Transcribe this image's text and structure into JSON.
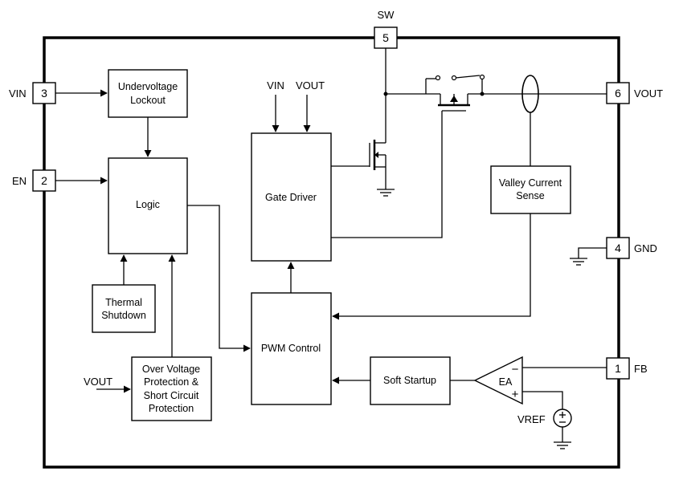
{
  "pins": {
    "sw": {
      "number": "5",
      "name": "SW"
    },
    "vin": {
      "number": "3",
      "name": "VIN"
    },
    "en": {
      "number": "2",
      "name": "EN"
    },
    "vout": {
      "number": "6",
      "name": "VOUT"
    },
    "gnd": {
      "number": "4",
      "name": "GND"
    },
    "fb": {
      "number": "1",
      "name": "FB"
    }
  },
  "blocks": {
    "uvlo": [
      "Undervoltage",
      "Lockout"
    ],
    "logic": "Logic",
    "gate_driver": "Gate Driver",
    "thermal": [
      "Thermal",
      "Shutdown"
    ],
    "ovp": [
      "Over Voltage",
      "Protection &",
      "Short Circuit",
      "Protection"
    ],
    "pwm": "PWM Control",
    "soft_start": "Soft Startup",
    "valley": [
      "Valley Current",
      "Sense"
    ],
    "ea": "EA"
  },
  "signals": {
    "vin": "VIN",
    "vout_driver": "VOUT",
    "vout_ovp": "VOUT",
    "vref": "VREF",
    "ea_minus": "−",
    "ea_plus": "+"
  }
}
